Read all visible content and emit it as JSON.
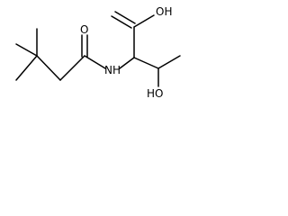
{
  "molecule": {
    "atoms": {
      "carboxyl_oh": "OH",
      "amide_o": "O",
      "amide_nh": "NH",
      "hydroxyl_oh": "HO"
    }
  }
}
